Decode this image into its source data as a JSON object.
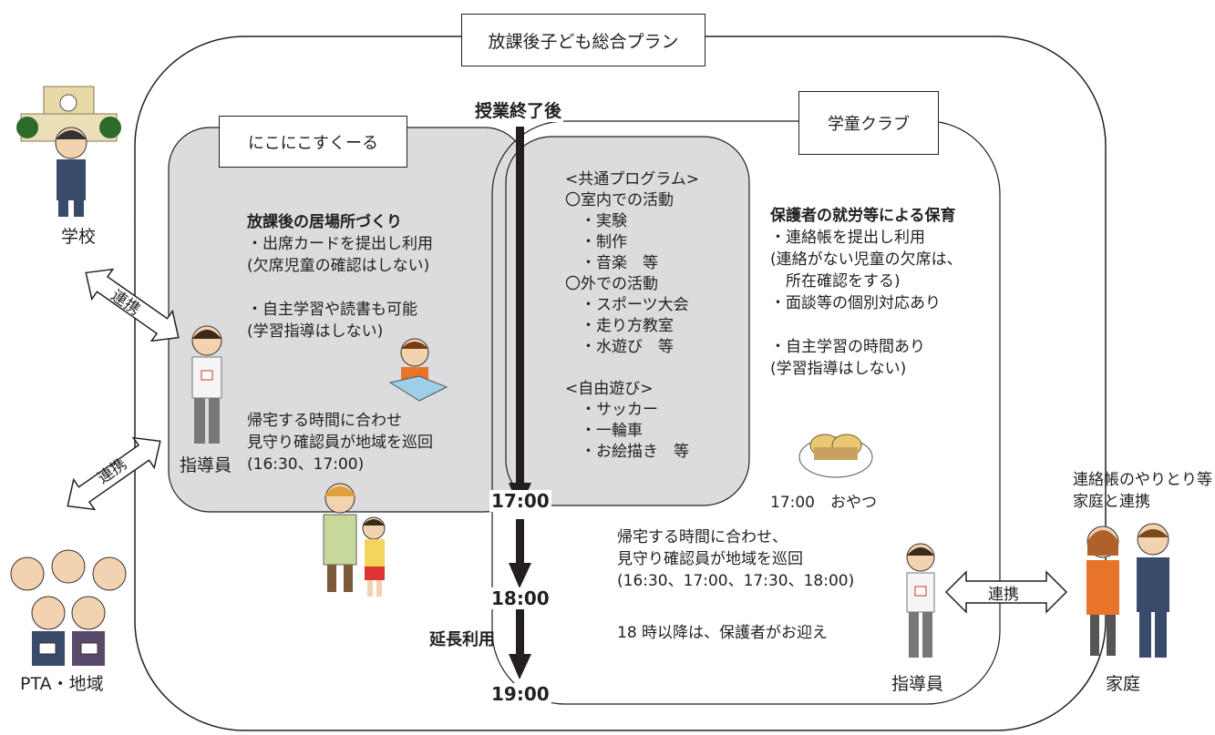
{
  "plan_title": "放課後子ども総合プラン",
  "nikoniko": {
    "title": "にこにこすくーる",
    "heading": "放課後の居場所づくり",
    "lines": [
      "・出席カードを提出し利用",
      "(欠席児童の確認はしない)",
      "",
      "・自主学習や読書も可能",
      "(学習指導はしない)"
    ],
    "patrol_lines": [
      "帰宅する時間に合わせ",
      "見守り確認員が地域を巡回",
      "(16:30、17:00)"
    ],
    "staff_label": "指導員"
  },
  "common": {
    "lines": [
      "<共通プログラム>",
      "〇室内での活動",
      "　・実験",
      "　・制作",
      "　・音楽　等",
      "〇外での活動",
      "　・スポーツ大会",
      "　・走り方教室",
      "　・水遊び　等",
      "",
      "<自由遊び>",
      "　・サッカー",
      "　・一輪車",
      "　・お絵描き　等"
    ]
  },
  "gakudo": {
    "title": "学童クラブ",
    "heading": "保護者の就労等による保育",
    "lines": [
      "・連絡帳を提出し利用",
      "(連絡がない児童の欠席は、",
      "　所在確認をする)",
      "・面談等の個別対応あり",
      "",
      "・自主学習の時間あり",
      "(学習指導はしない)"
    ],
    "snack": "17:00　おやつ",
    "patrol_lines": [
      "帰宅する時間に合わせ、",
      "見守り確認員が地域を巡回",
      "(16:30、17:00、17:30、18:00)"
    ],
    "pickup": "18 時以降は、保護者がお迎え",
    "staff_label": "指導員"
  },
  "timeline": {
    "start": "授業終了後",
    "t1": "17:00",
    "t2": "18:00",
    "extension": "延長利用",
    "t3": "19:00"
  },
  "external": {
    "school": "学校",
    "pta": "PTA・地域",
    "family": "家庭",
    "family_note": [
      "連絡帳のやりとり等",
      "家庭と連携"
    ],
    "link": "連携"
  },
  "colors": {
    "gray_panel": "#dcdcde",
    "line": "#231f20"
  }
}
